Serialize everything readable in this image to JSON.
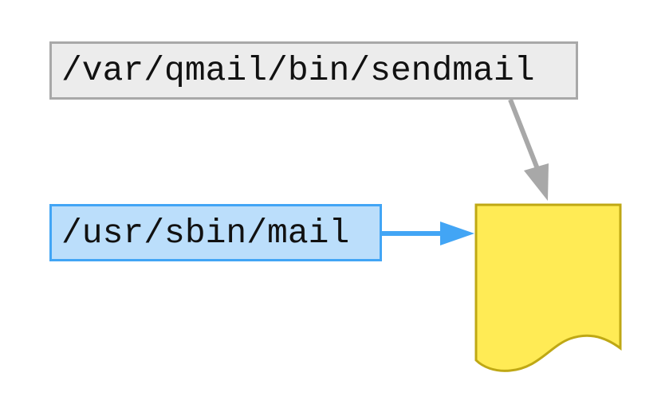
{
  "nodes": {
    "sendmail": {
      "label": "/var/qmail/bin/sendmail"
    },
    "mail": {
      "label": "/usr/sbin/mail"
    },
    "document": {
      "label": ""
    }
  },
  "edges": [
    {
      "from": "sendmail",
      "to": "document"
    },
    {
      "from": "mail",
      "to": "document"
    }
  ],
  "colors": {
    "sendmail_fill": "#ececec",
    "sendmail_stroke": "#a8a8a8",
    "mail_fill": "#bbdefb",
    "mail_stroke": "#42a5f5",
    "document_fill": "#ffeb55",
    "document_stroke": "#bfa814"
  }
}
